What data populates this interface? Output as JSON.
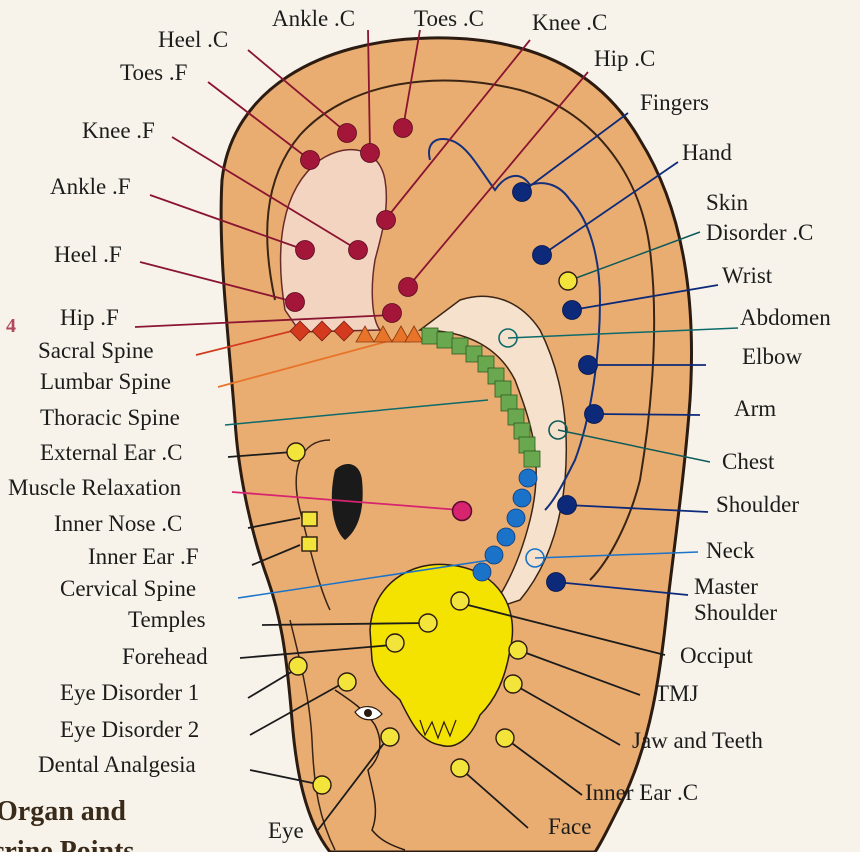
{
  "page_number": "4",
  "title_line1": "Organ and",
  "title_line2": "crine Points",
  "labels": {
    "heel_c": "Heel .C",
    "ankle_c": "Ankle .C",
    "toes_c": "Toes .C",
    "knee_c": "Knee .C",
    "hip_c": "Hip .C",
    "toes_f": "Toes .F",
    "fingers": "Fingers",
    "knee_f": "Knee .F",
    "hand": "Hand",
    "ankle_f": "Ankle .F",
    "skin_1": "Skin",
    "skin_2": "Disorder .C",
    "heel_f": "Heel .F",
    "wrist": "Wrist",
    "hip_f": "Hip .F",
    "abdomen": "Abdomen",
    "sacral": "Sacral Spine",
    "elbow": "Elbow",
    "lumbar": "Lumbar Spine",
    "arm": "Arm",
    "thoracic": "Thoracic Spine",
    "chest": "Chest",
    "external_ear": "External Ear .C",
    "muscle": "Muscle Relaxation",
    "shoulder": "Shoulder",
    "inner_nose": "Inner Nose .C",
    "inner_ear_f": "Inner Ear .F",
    "neck": "Neck",
    "cervical": "Cervical Spine",
    "master_1": "Master",
    "master_2": "Shoulder",
    "temples": "Temples",
    "forehead": "Forehead",
    "occiput": "Occiput",
    "eye_disorder_1": "Eye Disorder 1",
    "tmj": "TMJ",
    "eye_disorder_2": "Eye Disorder 2",
    "jaw": "Jaw and Teeth",
    "dental": "Dental Analgesia",
    "inner_ear_c": "Inner Ear .C",
    "eye": "Eye",
    "face": "Face"
  },
  "colors": {
    "ear_fill": "#e9ad72",
    "ear_stroke": "#2b1b10",
    "leg_zone": "#f2d4c0",
    "maroon_point": "#a3163a",
    "navy_point": "#0d2a7a",
    "blue_point": "#1a73c8",
    "yellow_point": "#f2e43a",
    "green_block": "#6aa84f",
    "orange_triangle": "#e8742a",
    "red_diamond": "#d43a1e",
    "magenta_point": "#d6246e",
    "skull": "#f4e300"
  }
}
